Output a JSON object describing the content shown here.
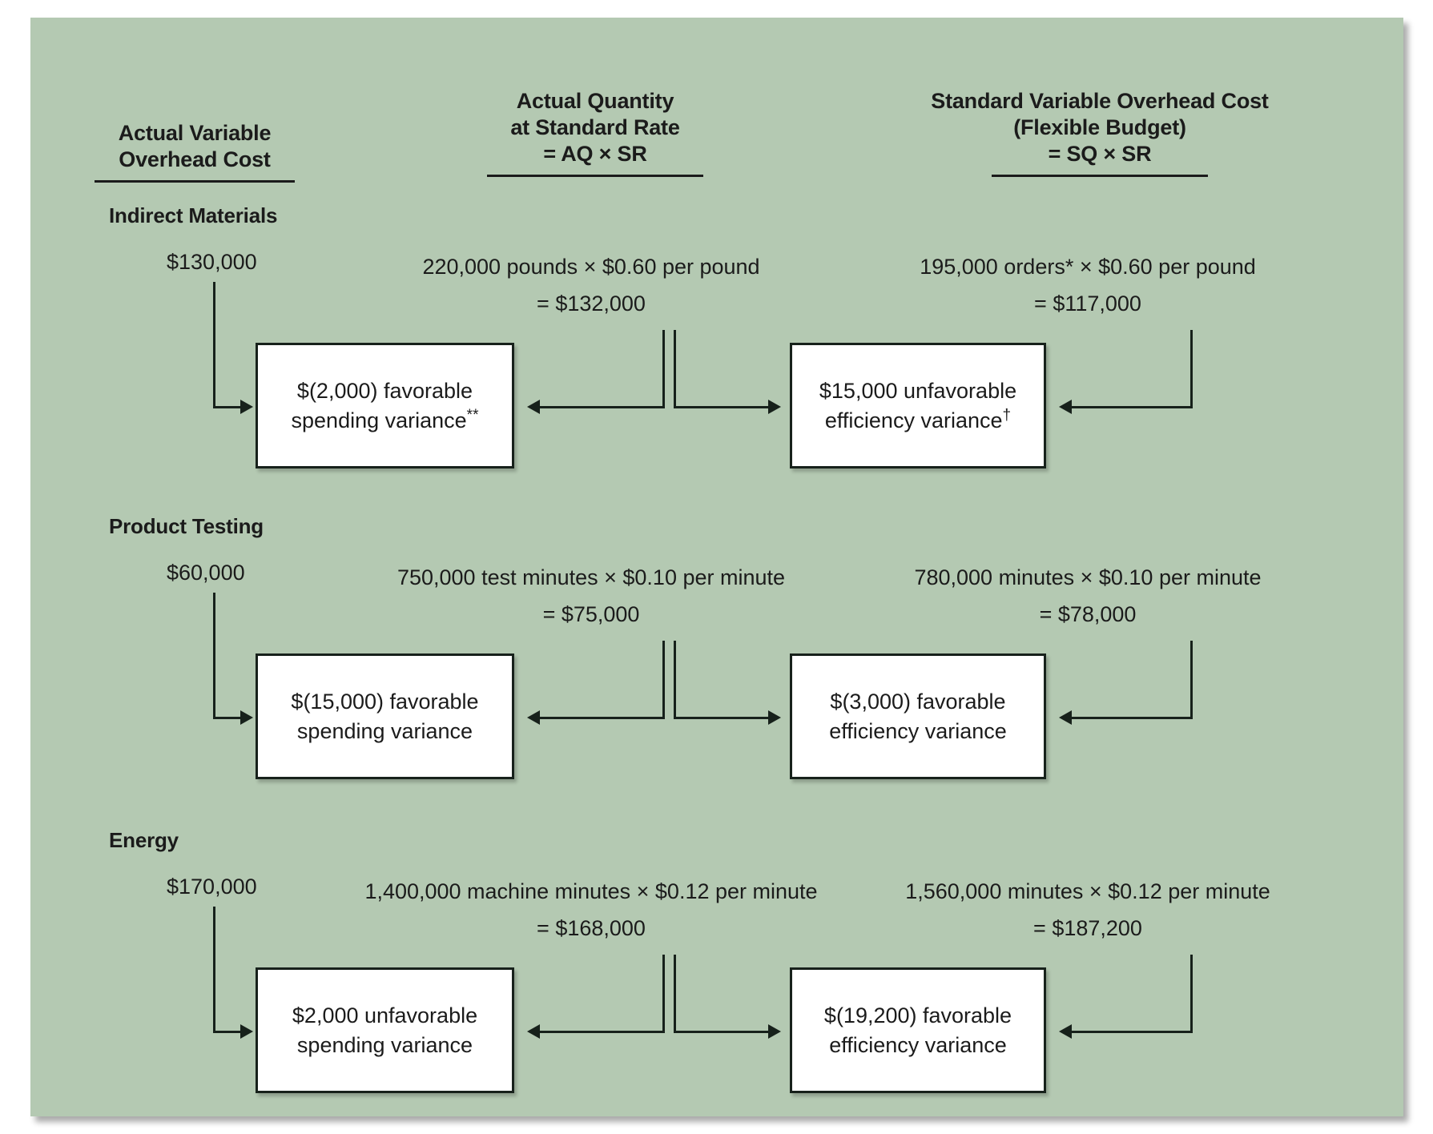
{
  "headers": {
    "actual": {
      "line1": "Actual  Variable",
      "line2": "Overhead Cost"
    },
    "aqsr": {
      "line1": "Actual Quantity",
      "line2": "at Standard Rate",
      "line3": "= AQ × SR"
    },
    "sqsr": {
      "line1": "Standard Variable Overhead Cost",
      "line2": "(Flexible Budget)",
      "line3": "= SQ × SR"
    }
  },
  "sections": [
    {
      "title": "Indirect Materials",
      "actual_cost": "$130,000",
      "aqsr_expr": "220,000 pounds × $0.60 per pound",
      "aqsr_total": "= $132,000",
      "sqsr_expr": "195,000 orders* × $0.60 per pound",
      "sqsr_total": "= $117,000",
      "spending_variance_line1": "$(2,000) favorable",
      "spending_variance_line2": "spending variance",
      "spending_variance_sup": "**",
      "efficiency_variance_line1": "$15,000 unfavorable",
      "efficiency_variance_line2": "efficiency variance",
      "efficiency_variance_sup": "†"
    },
    {
      "title": "Product Testing",
      "actual_cost": "$60,000",
      "aqsr_expr": "750,000 test minutes × $0.10 per minute",
      "aqsr_total": "= $75,000",
      "sqsr_expr": "780,000 minutes  × $0.10 per minute",
      "sqsr_total": "=  $78,000",
      "spending_variance_line1": "$(15,000) favorable",
      "spending_variance_line2": "spending variance",
      "spending_variance_sup": "",
      "efficiency_variance_line1": "$(3,000) favorable",
      "efficiency_variance_line2": "efficiency variance",
      "efficiency_variance_sup": ""
    },
    {
      "title": "Energy",
      "actual_cost": "$170,000",
      "aqsr_expr": "1,400,000 machine minutes × $0.12 per minute",
      "aqsr_total": "=  $168,000",
      "sqsr_expr": "1,560,000 minutes  × $0.12 per minute",
      "sqsr_total": "=  $187,200",
      "spending_variance_line1": "$2,000 unfavorable",
      "spending_variance_line2": "spending variance",
      "spending_variance_sup": "",
      "efficiency_variance_line1": "$(19,200) favorable",
      "efficiency_variance_line2": "efficiency variance",
      "efficiency_variance_sup": ""
    }
  ],
  "colors": {
    "panel_background": "#b4c9b2",
    "box_fill": "#ffffff",
    "ink": "#1b1b1b",
    "line": "#17211b"
  }
}
